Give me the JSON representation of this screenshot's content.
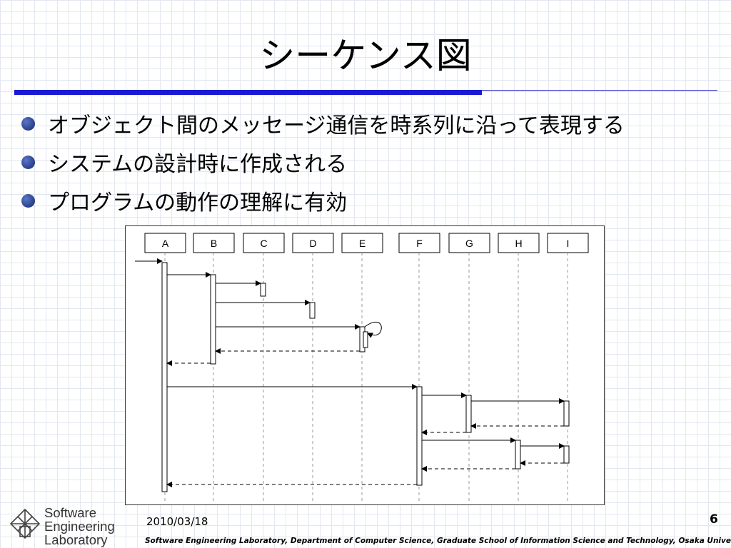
{
  "slide": {
    "title": "シーケンス図",
    "bullets": [
      "オブジェクト間のメッセージ通信を時系列に沿って表現する",
      "システムの設計時に作成される",
      "プログラムの動作の理解に有効"
    ],
    "date": "2010/03/18",
    "page_number": "6",
    "footer": "Software Engineering Laboratory, Department of Computer Science, Graduate School of Information Science and Technology, Osaka University",
    "logo_lines": [
      "Software",
      "Engineering",
      "Laboratory"
    ],
    "accent_color": "#1a1ad6"
  },
  "diagram": {
    "objects": [
      "A",
      "B",
      "C",
      "D",
      "E",
      "F",
      "G",
      "H",
      "I"
    ]
  }
}
